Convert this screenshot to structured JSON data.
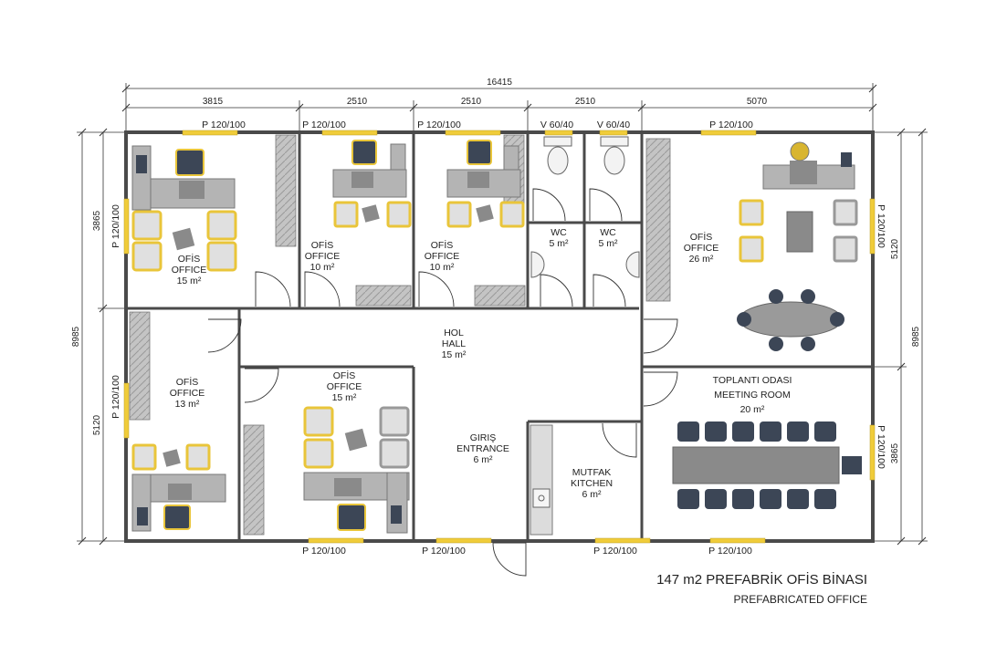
{
  "colors": {
    "wall": "#4a4a4a",
    "window": "#f0cc3a",
    "chair": "#e9c53a",
    "furniture": "#b4b4b4",
    "dark_chair": "#3c4656",
    "table": "#8a8a8a"
  },
  "dimensions": {
    "overall_width": "16415",
    "top_segments": [
      "3815",
      "2510",
      "2510",
      "2510",
      "5070"
    ],
    "left_overall": "8985",
    "left_segments": [
      "3865",
      "5120"
    ],
    "right_overall": "8985",
    "right_segments": [
      "5120",
      "3865"
    ]
  },
  "windows": {
    "top": [
      "P 120/100",
      "P 120/100",
      "P 120/100",
      "V 60/40",
      "V 60/40",
      "P 120/100"
    ],
    "bottom": [
      "P 120/100",
      "P 120/100",
      "P 120/100",
      "P 120/100"
    ],
    "left": [
      "P 120/100",
      "P 120/100"
    ],
    "right": [
      "P 120/100",
      "P 120/100"
    ]
  },
  "rooms": {
    "office_a": {
      "tr": "OFİS",
      "en": "OFFICE",
      "area": "15 m²"
    },
    "office_b": {
      "tr": "OFİS",
      "en": "OFFICE",
      "area": "10 m²"
    },
    "office_c": {
      "tr": "OFİS",
      "en": "OFFICE",
      "area": "10 m²"
    },
    "wc_1": {
      "tr": "WC",
      "area": "5 m²"
    },
    "wc_2": {
      "tr": "WC",
      "area": "5 m²"
    },
    "office_d": {
      "tr": "OFİS",
      "en": "OFFICE",
      "area": "26 m²"
    },
    "hall": {
      "tr": "HOL",
      "en": "HALL",
      "area": "15 m²"
    },
    "office_e": {
      "tr": "OFİS",
      "en": "OFFICE",
      "area": "13 m²"
    },
    "office_f": {
      "tr": "OFİS",
      "en": "OFFICE",
      "area": "15 m²"
    },
    "entrance": {
      "tr": "GIRIŞ",
      "en": "ENTRANCE",
      "area": "6 m²"
    },
    "kitchen": {
      "tr": "MUTFAK",
      "en": "KITCHEN",
      "area": "6 m²"
    },
    "meeting": {
      "tr": "TOPLANTI ODASI",
      "en": "MEETING ROOM",
      "area": "20 m²"
    }
  },
  "title": {
    "main": "147 m2 PREFABRİK OFİS BİNASI",
    "sub": "PREFABRICATED OFFICE"
  }
}
